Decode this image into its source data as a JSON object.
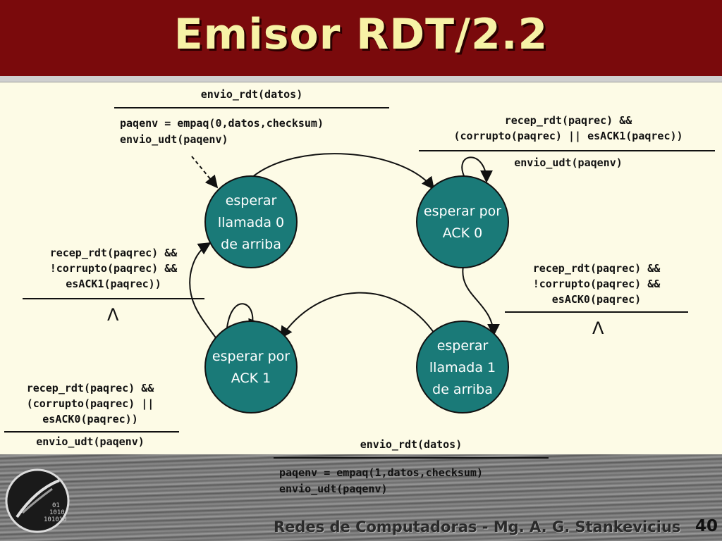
{
  "title": "Emisor RDT/2.2",
  "footer": "Redes de Computadoras - Mg. A. G. Stankevicius",
  "slide_number": "40",
  "colors": {
    "header": "#7a0a0c",
    "title": "#f7f2a6",
    "state_fill": "#1a7a78",
    "background": "#fdfbe6"
  },
  "states": {
    "s0": [
      "esperar",
      "llamada 0",
      "de arriba"
    ],
    "s1": [
      "esperar por",
      "ACK 0"
    ],
    "s2": [
      "esperar por",
      "ACK 1"
    ],
    "s3": [
      "esperar",
      "llamada 1",
      "de arriba"
    ]
  },
  "transitions": {
    "t_top": {
      "event": "envio_rdt(datos)",
      "actions": [
        "paqenv = empaq(0,datos,checksum)",
        "envio_udt(paqenv)"
      ]
    },
    "t_s1_self": {
      "event": [
        "recep_rdt(paqrec) &&",
        "(corrupto(paqrec) || esACK1(paqrec))"
      ],
      "action": "envio_udt(paqenv)"
    },
    "t_s1_s3": {
      "event": [
        "recep_rdt(paqrec) &&",
        "!corrupto(paqrec) &&",
        "esACK0(paqrec)"
      ],
      "action": "Λ"
    },
    "t_s2_s0": {
      "event": [
        "recep_rdt(paqrec) &&",
        "!corrupto(paqrec) &&",
        "esACK1(paqrec))"
      ],
      "action": "Λ"
    },
    "t_s2_self": {
      "event": [
        "recep_rdt(paqrec) &&",
        "(corrupto(paqrec) ||",
        "esACK0(paqrec))"
      ],
      "action": "envio_udt(paqenv)"
    },
    "t_bottom": {
      "event": "envio_rdt(datos)",
      "actions": [
        "paqenv = empaq(1,datos,checksum)",
        "envio_udt(paqenv)"
      ]
    }
  }
}
